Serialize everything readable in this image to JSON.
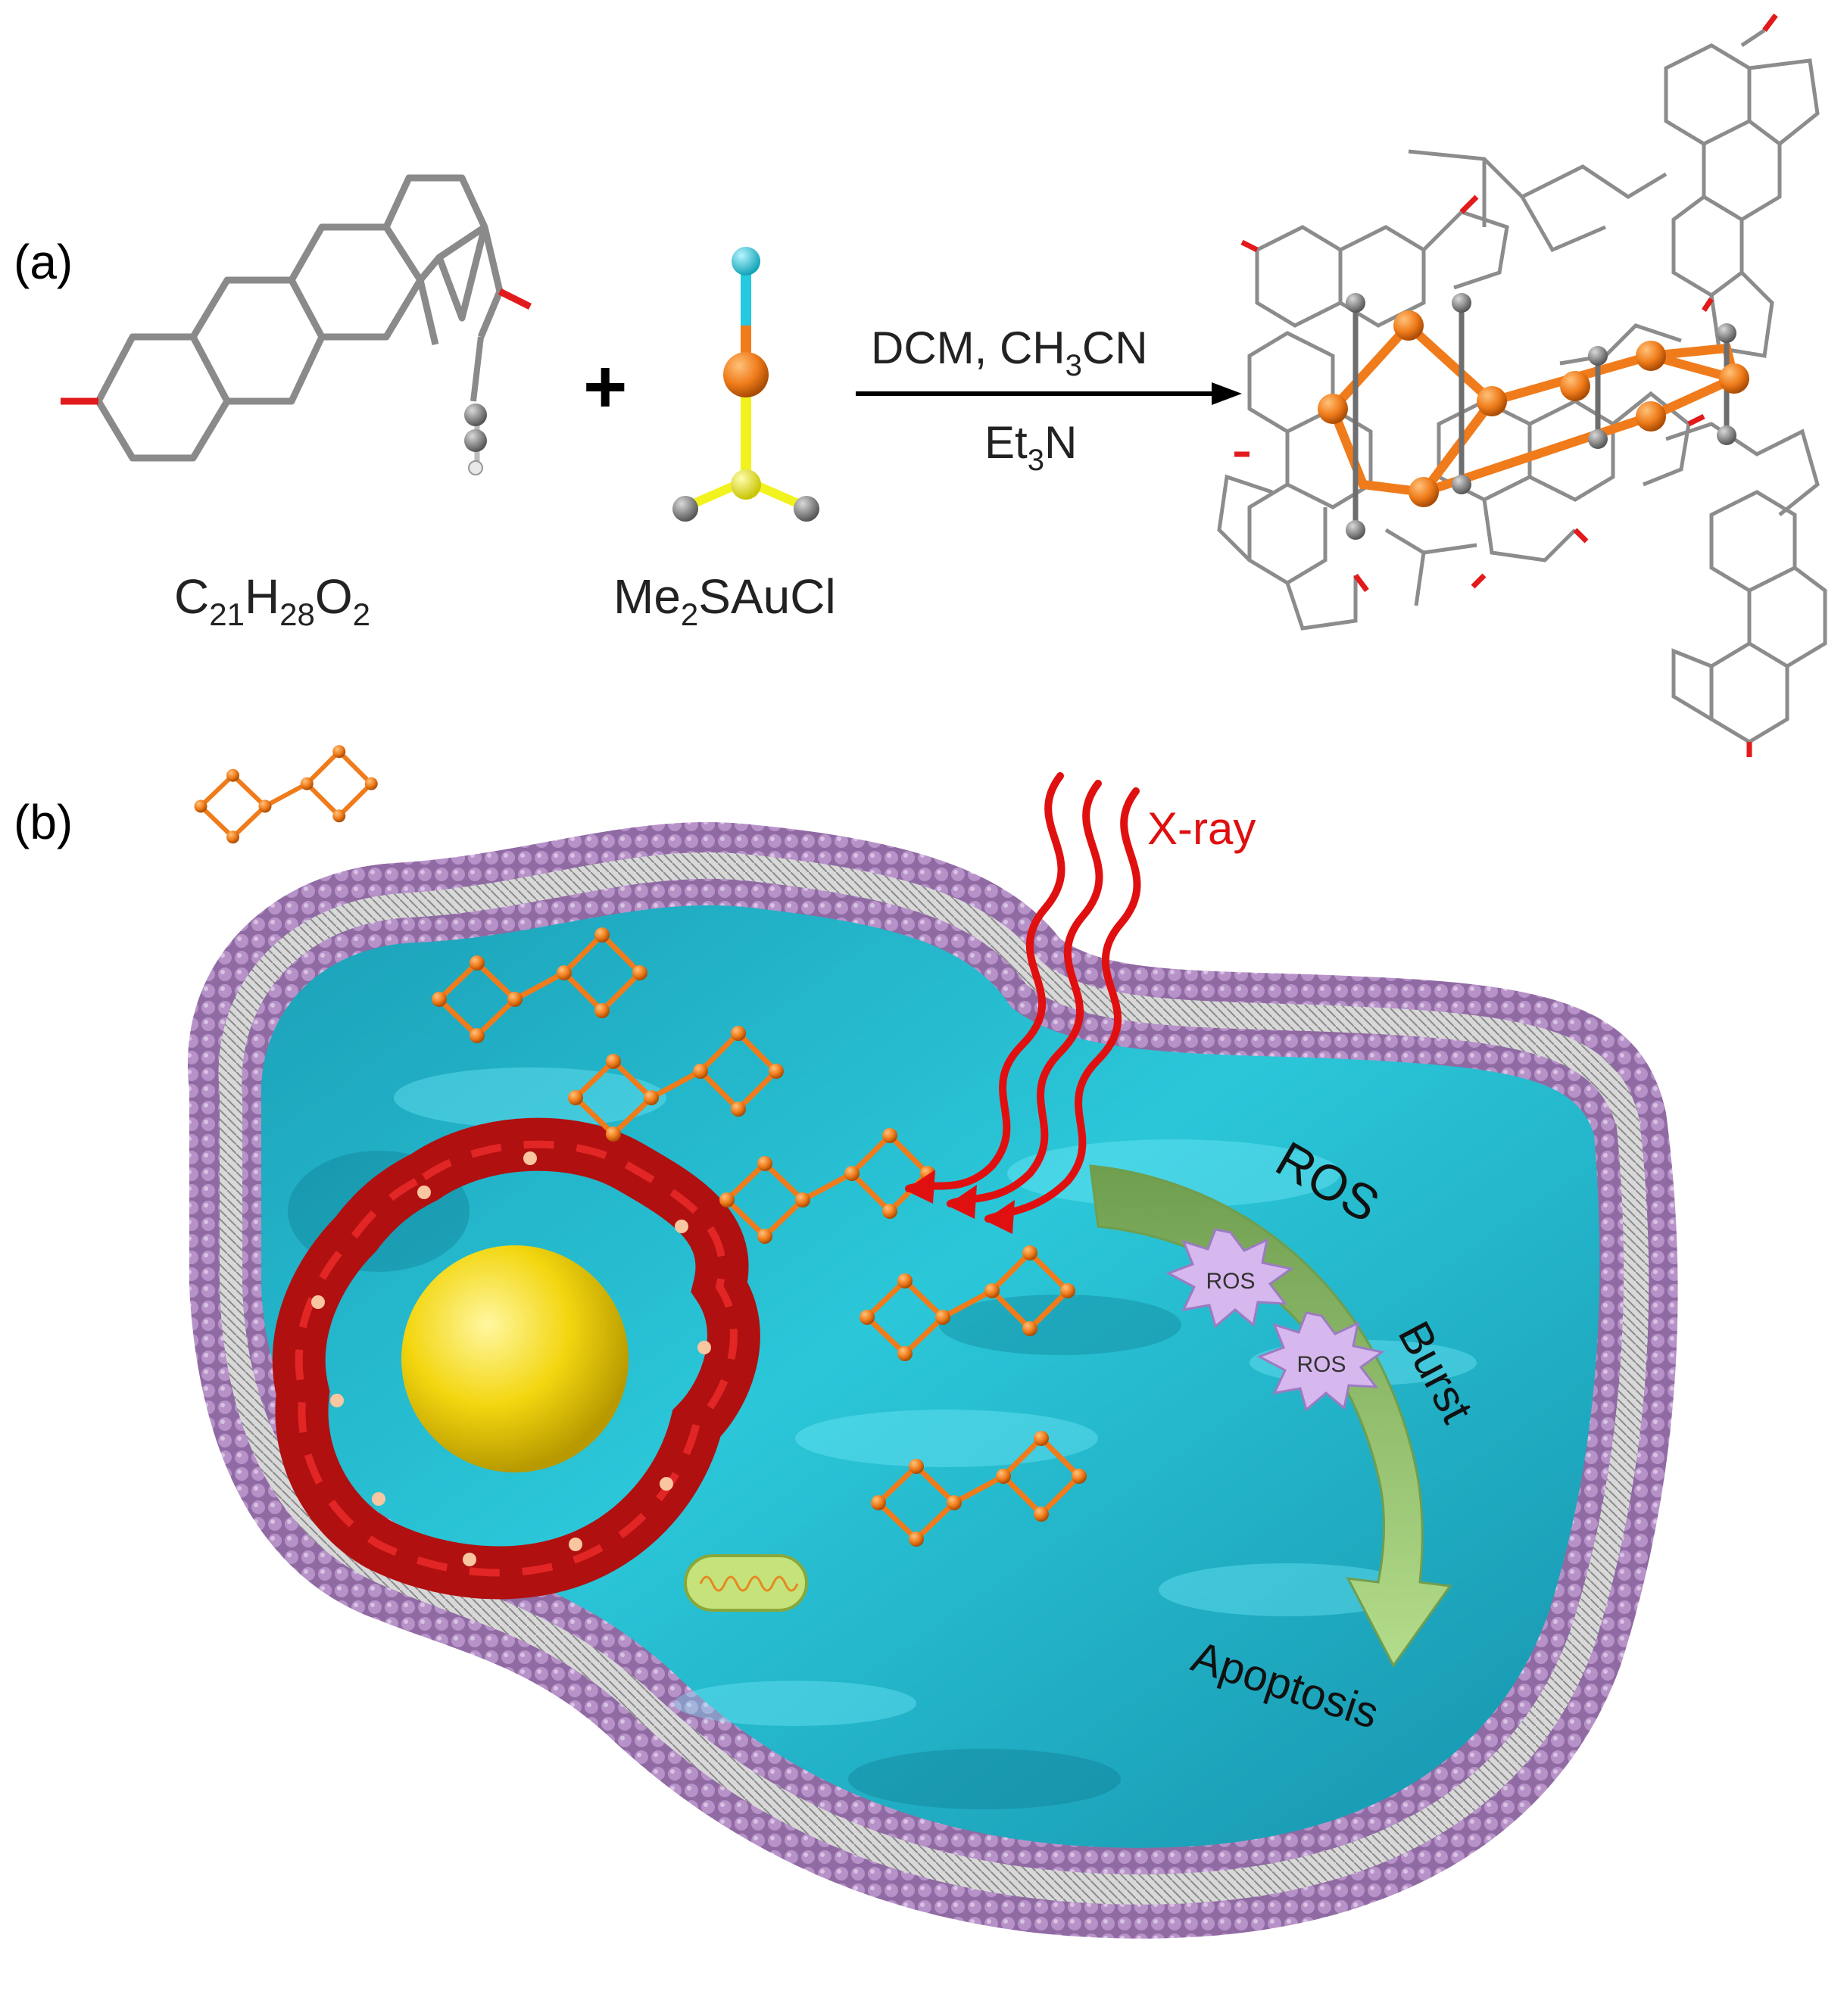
{
  "panel_a": {
    "label": "(a)",
    "reactant1": {
      "formula_parts": [
        "C",
        "21",
        "H",
        "28",
        "O",
        "2"
      ]
    },
    "plus": "+",
    "reactant2": {
      "formula_parts": [
        "Me",
        "2",
        "SAuCl"
      ]
    },
    "conditions": {
      "line1_parts": [
        "DCM, CH",
        "3",
        "CN"
      ],
      "line2_parts": [
        "Et",
        "3",
        "N"
      ]
    }
  },
  "panel_b": {
    "label": "(b)",
    "xray": "X-ray",
    "ros_arc": {
      "word1": "ROS",
      "word2": "Burst",
      "outcome": "Apoptosis"
    },
    "ros_badges": [
      "ROS",
      "ROS"
    ]
  },
  "colors": {
    "gold": "#ef7b1a",
    "carbon": "#7f7f7f",
    "oxygen": "#e31a1c",
    "sulfur": "#f2f21e",
    "chlorine": "#25c9e0",
    "membrane": "#a57fb8",
    "cytoplasm": "#1fb6cc",
    "xray": "#e11010",
    "er": "#c81414",
    "nucleus": "#f5dc12",
    "ros_arrow": "#96c46e",
    "ros_badge": "#d7b8ee"
  }
}
